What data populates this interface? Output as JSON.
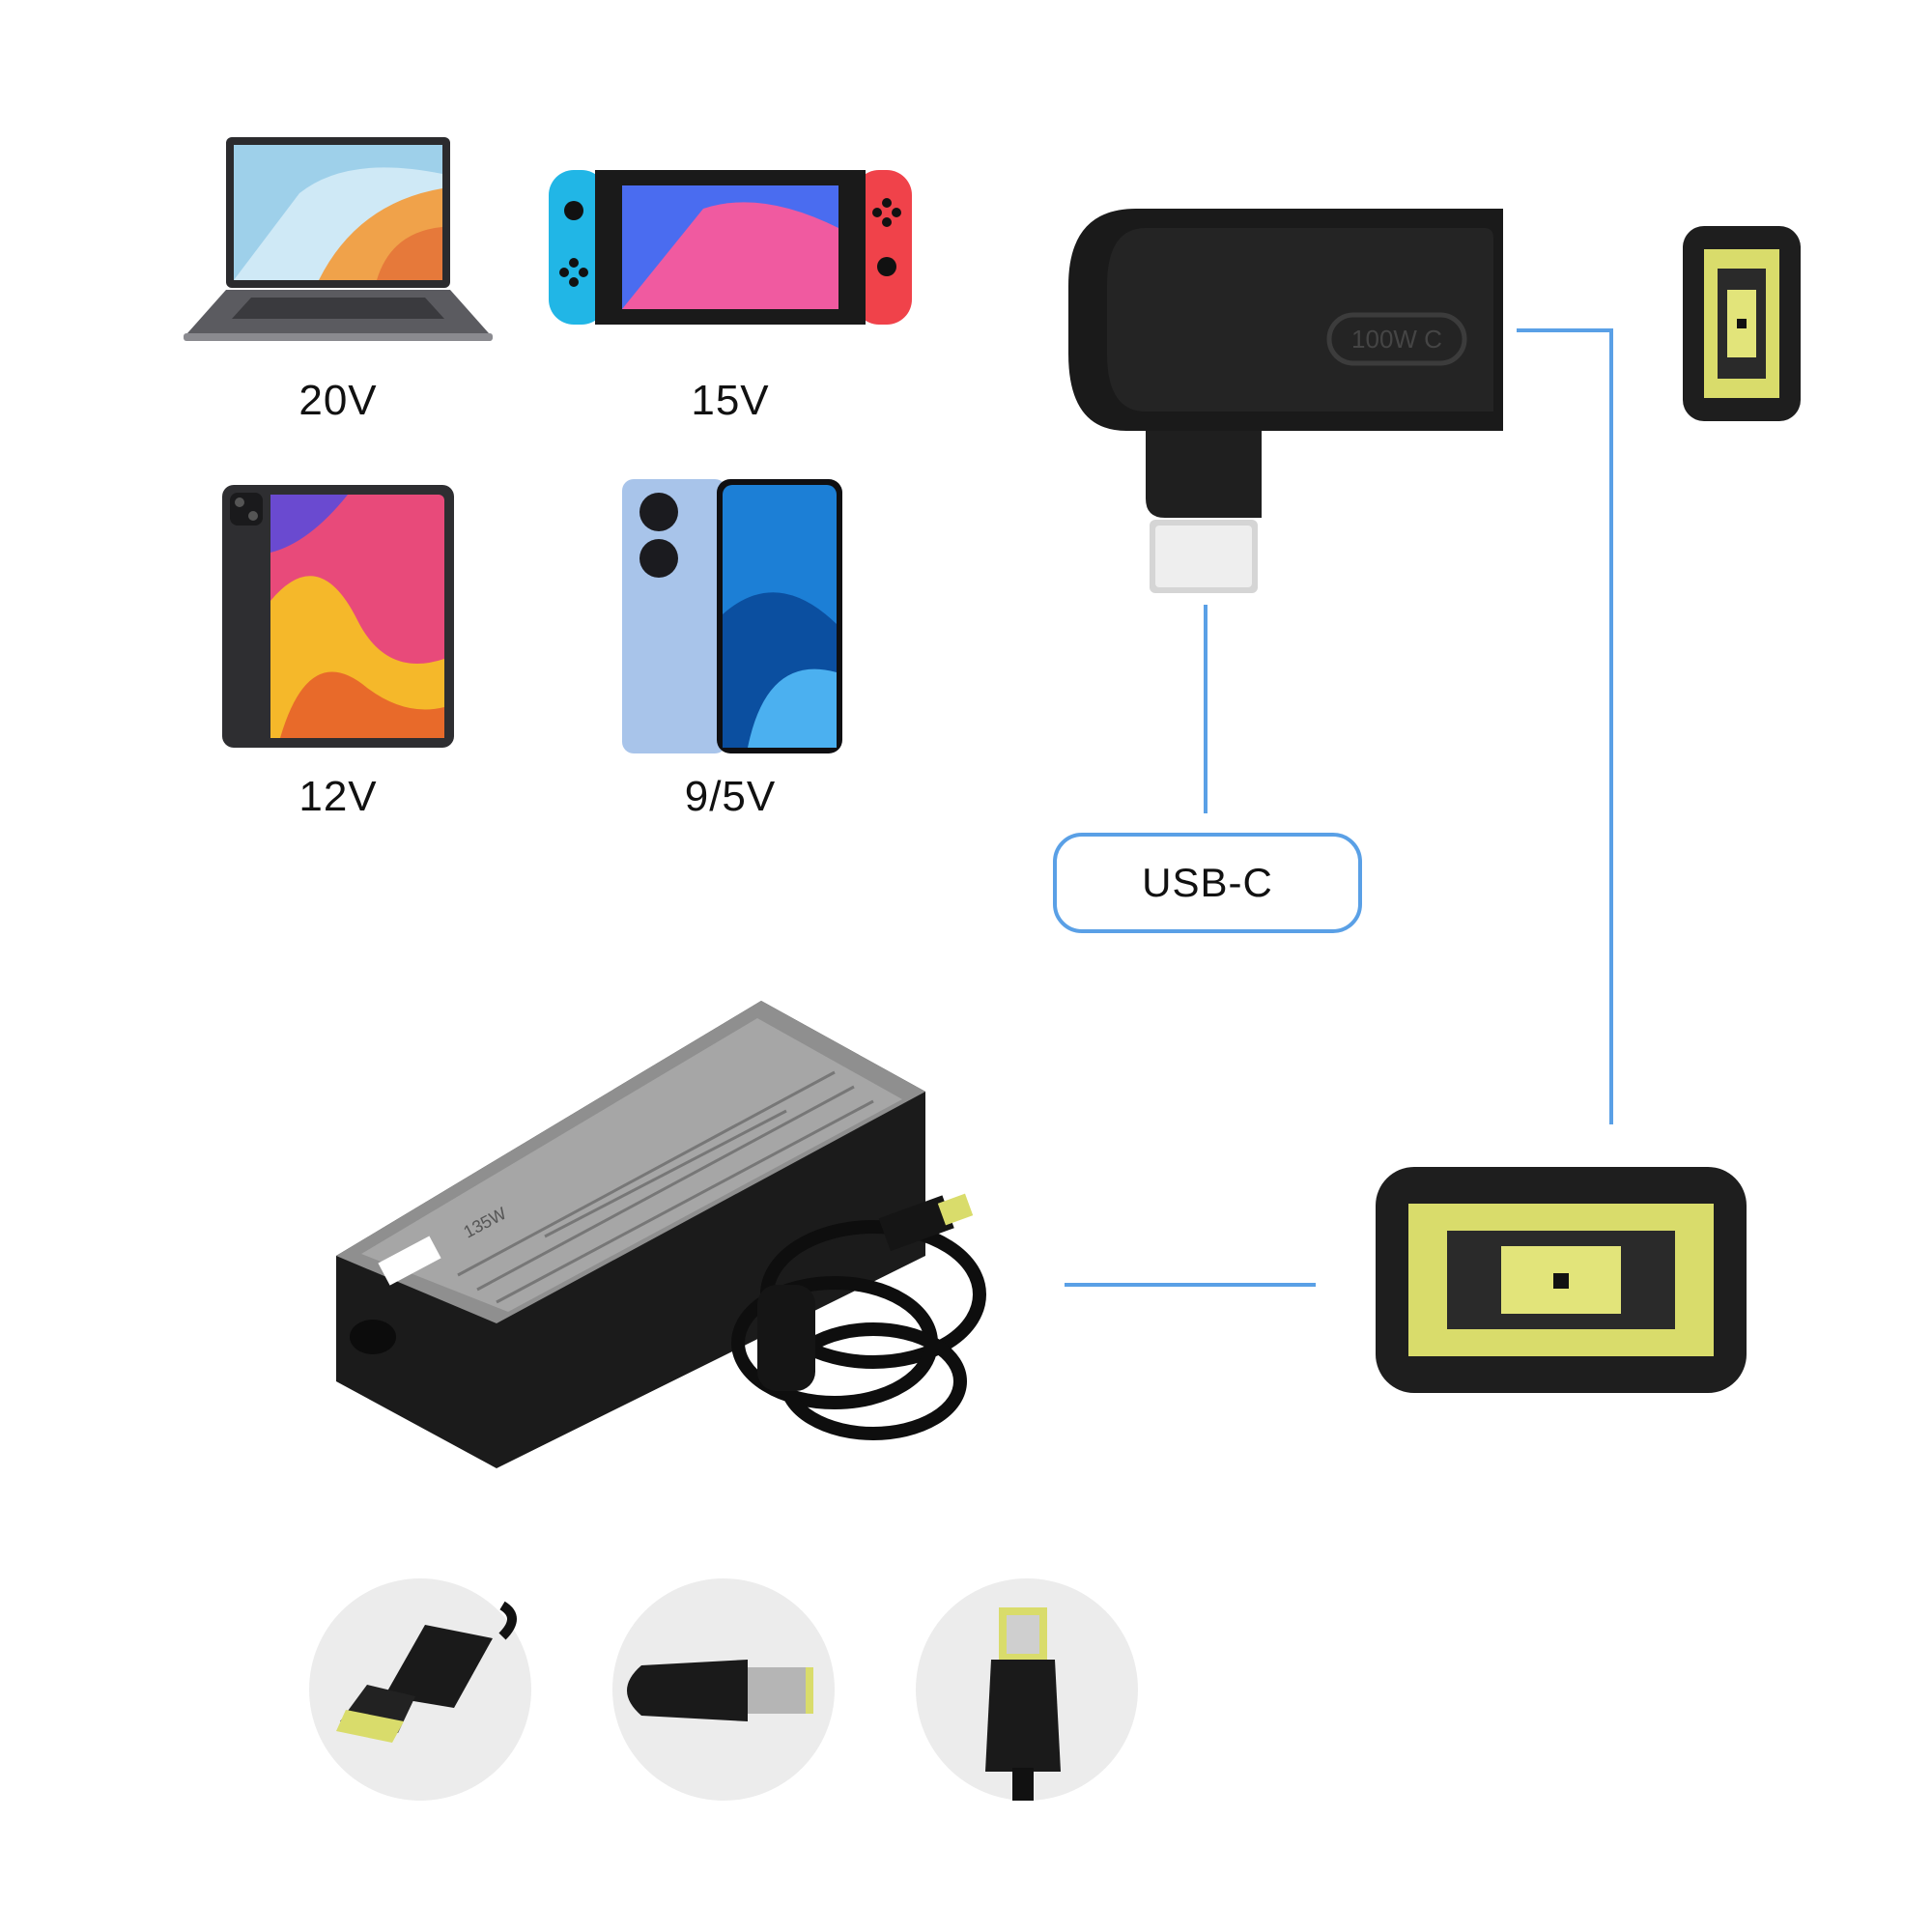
{
  "devices": [
    {
      "name": "laptop",
      "voltage": "20V"
    },
    {
      "name": "game-console",
      "voltage": "15V"
    },
    {
      "name": "tablet",
      "voltage": "12V"
    },
    {
      "name": "smartphone",
      "voltage": "9/5V"
    }
  ],
  "adapter": {
    "label": "USB-C",
    "engraving": "100W C"
  },
  "power_brick": {
    "wattage_label": "135W"
  },
  "colors": {
    "connector_line": "#5aa0e6",
    "tip_yellow": "#d9dc6b",
    "plug_black": "#1e1e1e",
    "circle_bg": "#ececec"
  }
}
